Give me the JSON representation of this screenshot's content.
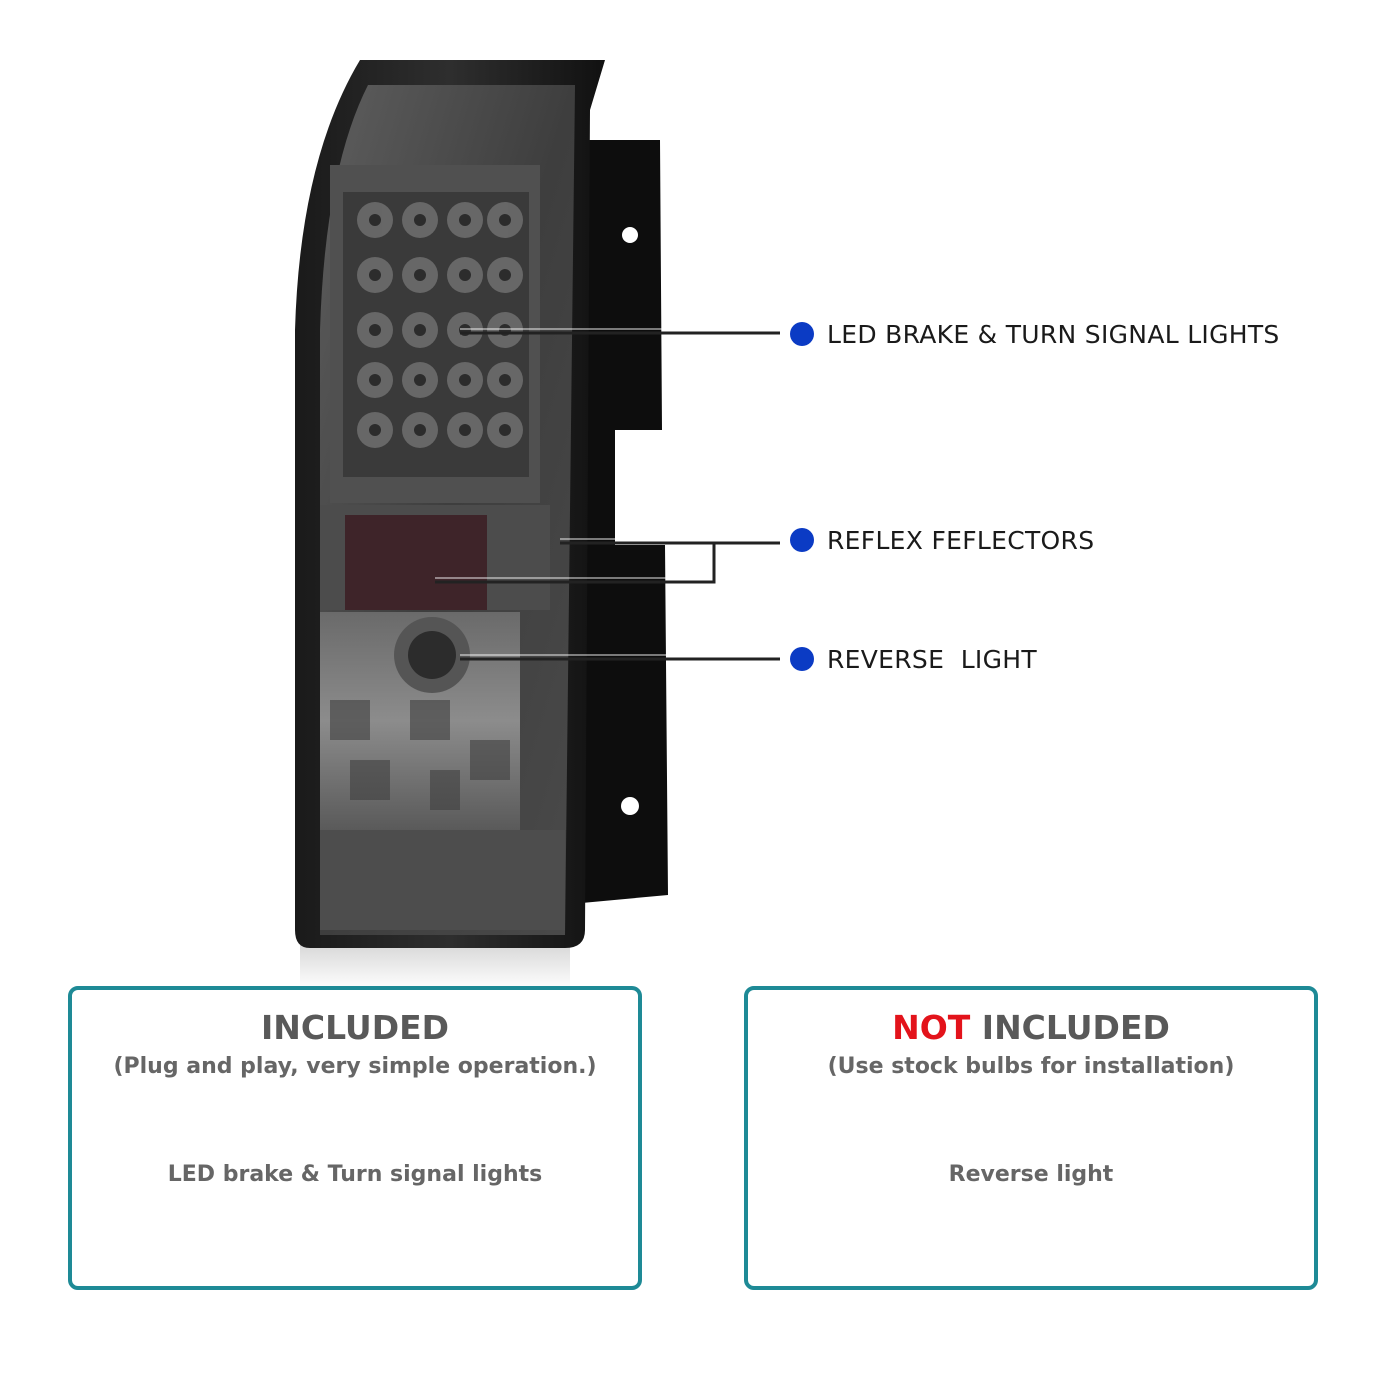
{
  "callouts": [
    {
      "label": "LED BRAKE & TURN SIGNAL LIGHTS"
    },
    {
      "label": "REFLEX FEFLECTORS"
    },
    {
      "label": "REVERSE  LIGHT"
    }
  ],
  "panels": {
    "included": {
      "title": "INCLUDED",
      "subtitle": "(Plug and play, very simple operation.)",
      "item": "LED brake & Turn signal lights"
    },
    "not_included": {
      "title_red": "NOT",
      "title_rest": " INCLUDED",
      "subtitle": "(Use stock bulbs for installation)",
      "item": "Reverse light"
    }
  },
  "colors": {
    "accent_blue": "#0b3bc4",
    "panel_border": "#1e8a96",
    "not_red": "#e3131b"
  }
}
